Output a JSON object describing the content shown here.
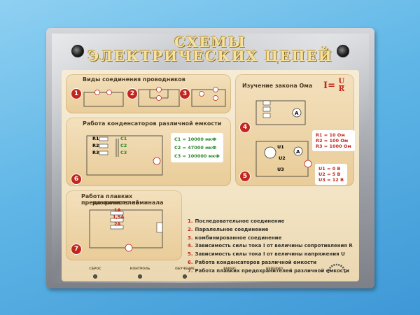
{
  "title": {
    "line1": "СХЕМЫ",
    "line2": "ЭЛЕКТРИЧЕСКИХ ЦЕПЕЙ"
  },
  "sections": {
    "connections": {
      "heading": "Виды соединения проводников",
      "numbers": [
        "1",
        "2",
        "3"
      ]
    },
    "ohm": {
      "heading": "Изучение закона Ома",
      "formula_i": "I=",
      "formula_u": "U",
      "formula_r": "R",
      "numbers": [
        "4",
        "5"
      ],
      "resistors": [
        "R1 = 10 Ом",
        "R2 = 100 Ом",
        "R3 = 1000 Ом"
      ],
      "voltages": [
        "U1 = 0 В",
        "U2 = 5 В",
        "U3 = 12 В"
      ],
      "u_labels": [
        "U1",
        "U2",
        "U3"
      ]
    },
    "capacitors": {
      "heading": "Работа конденсаторов различной емкости",
      "number": "6",
      "caps": [
        "C1 = 10000 мкФ",
        "C2 = 47000 мкФ",
        "C3 = 100000 мкФ"
      ],
      "r_labels": [
        "R1",
        "R2",
        "R3"
      ],
      "c_labels": [
        "C1",
        "C2",
        "C3"
      ]
    },
    "fuses": {
      "heading_line1": "Работа плавких предохранителей",
      "heading_line2": "различного номинала",
      "number": "7",
      "fuse_labels": [
        "1А",
        "1,5А",
        "2А"
      ]
    }
  },
  "legend": [
    {
      "n": "1.",
      "text": "Последовательное соединение"
    },
    {
      "n": "2.",
      "text": "Паралельное соединение"
    },
    {
      "n": "3.",
      "text": "комбинированное соединение"
    },
    {
      "n": "4.",
      "text": "Зависимость силы тока I от величины сопротивления R"
    },
    {
      "n": "5.",
      "text": "Зависимость силы тока I от величины напряжения U"
    },
    {
      "n": "6.",
      "text": "Работа конденсаторов различной емкости"
    },
    {
      "n": "7.",
      "text": "Работа плавких предохранителей различной емкости"
    }
  ],
  "footer": [
    "СБРОС",
    "КОНТРОЛЬ",
    "ОБУЧЕНИЕ",
    "ВЕРНО",
    "НЕВЕРНО"
  ],
  "colors": {
    "accent_red": "#c2261c",
    "accent_green": "#2b8a2b",
    "title_gold": "#f5e2a2"
  }
}
